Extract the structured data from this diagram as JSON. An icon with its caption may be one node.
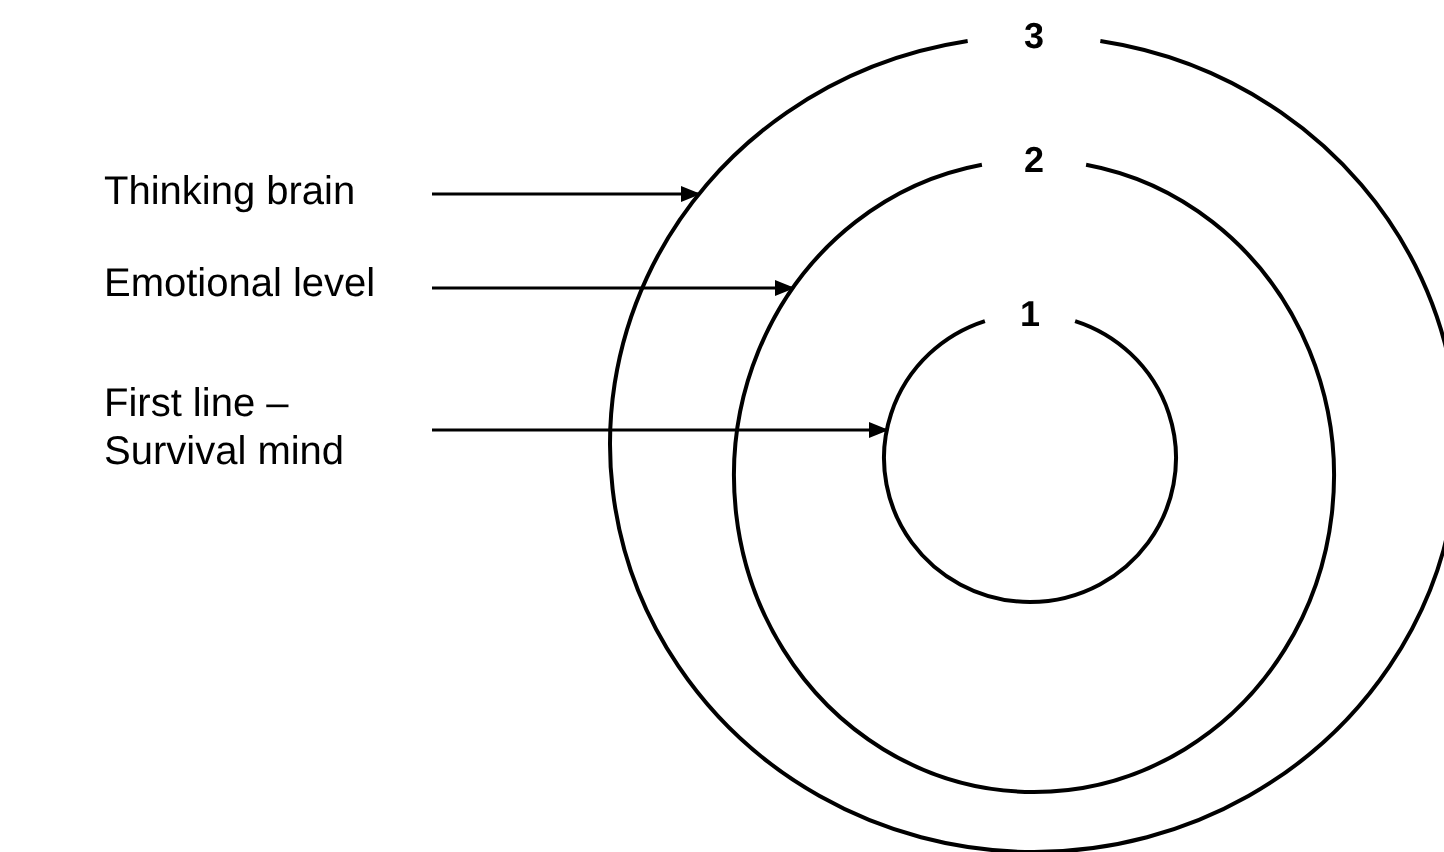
{
  "diagram": {
    "nodes": [
      {
        "text": [
          "3"
        ]
      },
      {
        "text": [
          "2"
        ],
        "in": 0
      },
      {
        "text": [
          "1"
        ],
        "in": 1
      },
      {
        "text": [
          "Thinking brain"
        ]
      },
      {
        "text": [
          "Emotional level"
        ]
      },
      {
        "text": [
          "First line – Survival mind"
        ]
      }
    ],
    "edges": [
      {
        "from": 3,
        "to": 0,
        "arrow": "to"
      },
      {
        "from": 4,
        "to": 1,
        "arrow": "to"
      },
      {
        "from": 5,
        "to": 2,
        "arrow": "to"
      }
    ]
  }
}
